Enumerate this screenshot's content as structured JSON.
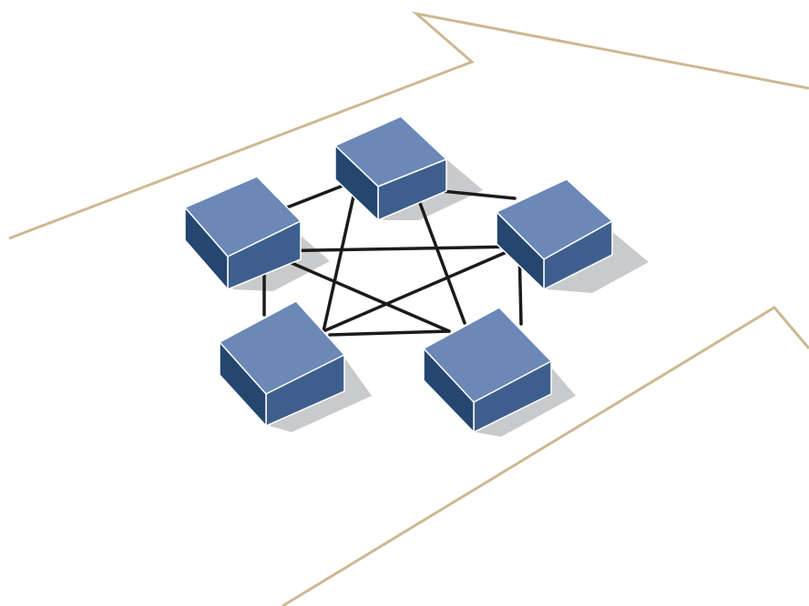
{
  "diagram": {
    "type": "full-mesh-network",
    "node_count": 5,
    "nodes": [
      {
        "id": "top"
      },
      {
        "id": "left"
      },
      {
        "id": "right"
      },
      {
        "id": "bottom-left"
      },
      {
        "id": "bottom-right"
      }
    ],
    "links": [
      [
        "left",
        "top"
      ],
      [
        "top",
        "right"
      ],
      [
        "top",
        "bottom-left"
      ],
      [
        "top",
        "bottom-right"
      ],
      [
        "left",
        "right"
      ],
      [
        "left",
        "bottom-left"
      ],
      [
        "left",
        "bottom-right"
      ],
      [
        "right",
        "bottom-left"
      ],
      [
        "right",
        "bottom-right"
      ],
      [
        "bottom-left",
        "bottom-right"
      ]
    ],
    "colors": {
      "node_top_face": "#6b88b6",
      "node_front_face": "#3e5f8d",
      "node_side_face": "#24466f",
      "node_edge": "#ffffff",
      "shadow": "#c9cacc",
      "link": "#1b1b1b",
      "arrow_outline": "#cdb891",
      "background": "#ffffff"
    }
  }
}
